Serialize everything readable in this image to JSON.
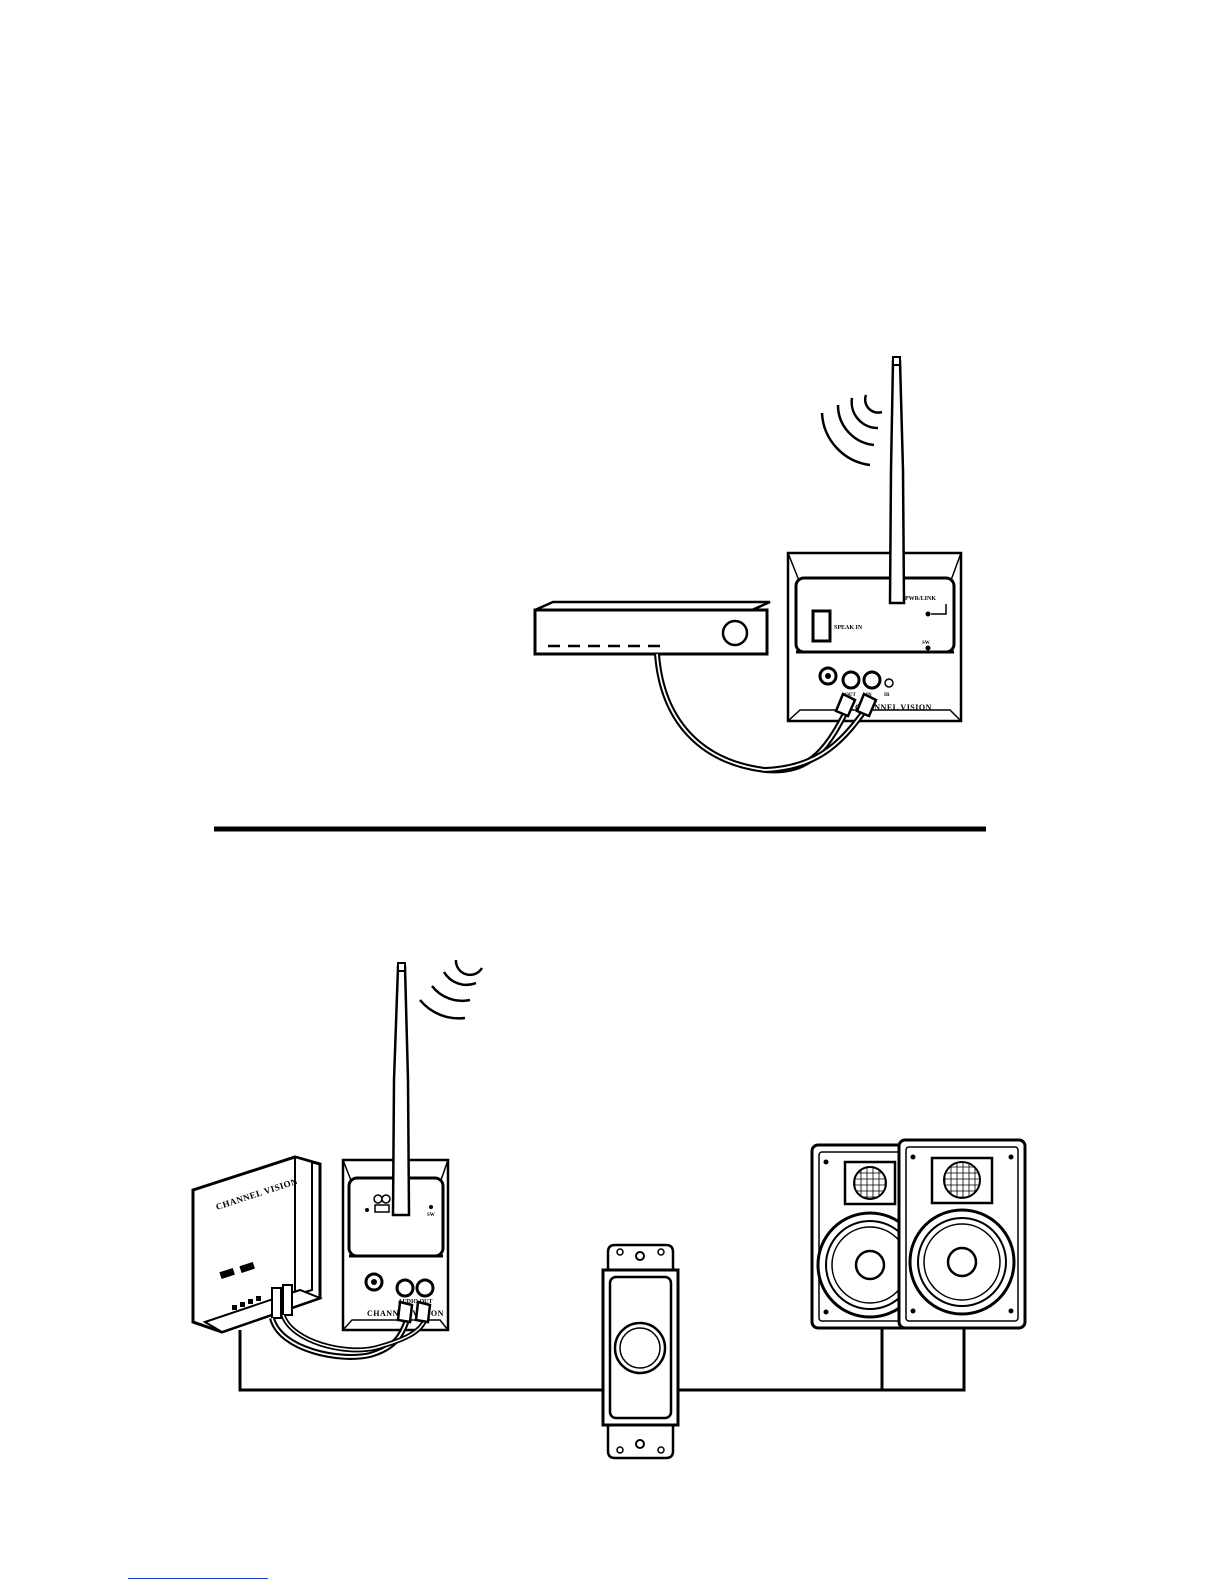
{
  "top_transmitter": {
    "speakin_label": "SPEAK IN",
    "pwr_label": "PWR/LINK",
    "sw_label": "SW",
    "in_label": "IN",
    "out_label": "OUT",
    "ir_label": "IR",
    "brand": "CHANNEL VISION"
  },
  "bottom_receiver": {
    "audio_out_label": "AUDIO OUT",
    "brand": "CHANNEL VISION",
    "sw_label": "SW"
  },
  "amplifier": {
    "brand": "CHANNEL VISION"
  }
}
